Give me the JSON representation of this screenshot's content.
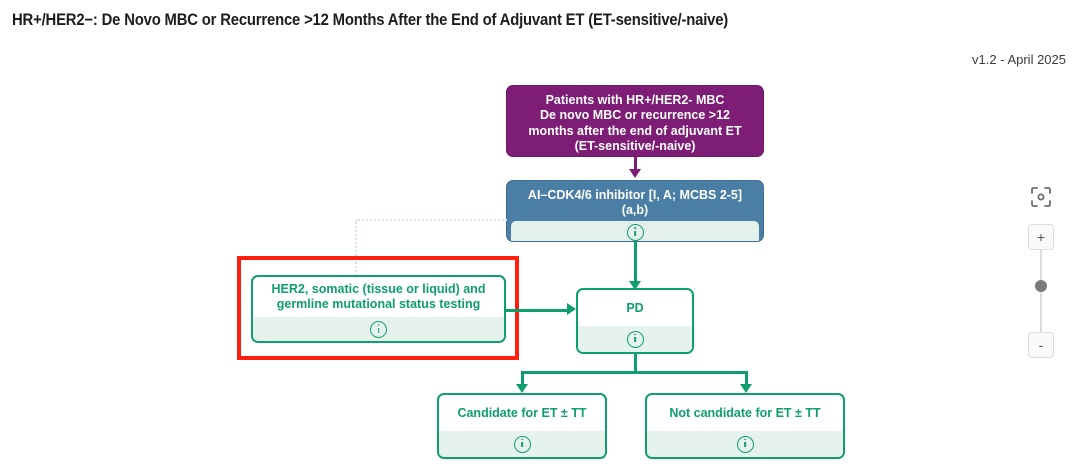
{
  "header": {
    "title": "HR+/HER2−: De Novo MBC or Recurrence >12 Months After the End of Adjuvant ET (ET-sensitive/-naive)",
    "version": "v1.2 - April 2025"
  },
  "diagram": {
    "nodes": {
      "root": {
        "label": "Patients with HR+/HER2- MBC\nDe novo MBC or recurrence >12\nmonths after the end of adjuvant ET\n(ET-sensitive/-naive)",
        "color": "#7e1d75",
        "text_color": "#ffffff"
      },
      "treatment": {
        "label": "AI–CDK4/6 inhibitor [I, A; MCBS 2-5]\n(a,b)",
        "color": "#4a7ea4",
        "text_color": "#ffffff",
        "info_icon": "info-icon"
      },
      "testing": {
        "label": "HER2, somatic (tissue or liquid) and\ngermline mutational status testing",
        "color": "#ffffff",
        "text_color": "#0f9e6e",
        "info_icon": "info-icon",
        "selected": true
      },
      "pd": {
        "label": "PD",
        "color": "#ffffff",
        "text_color": "#0f9e6e",
        "info_icon": "info-icon"
      },
      "candidate": {
        "label": "Candidate for ET ± TT",
        "color": "#ffffff",
        "text_color": "#0f9e6e",
        "info_icon": "info-icon"
      },
      "not_candidate": {
        "label": "Not candidate for ET ± TT",
        "color": "#ffffff",
        "text_color": "#0f9e6e",
        "info_icon": "info-icon"
      }
    },
    "selection_color": "#ff1f0f",
    "connector_color": "#0f9e6e"
  },
  "controls": {
    "fit_view": "fit-view-icon",
    "zoom_in": "+",
    "zoom_out": "-"
  }
}
